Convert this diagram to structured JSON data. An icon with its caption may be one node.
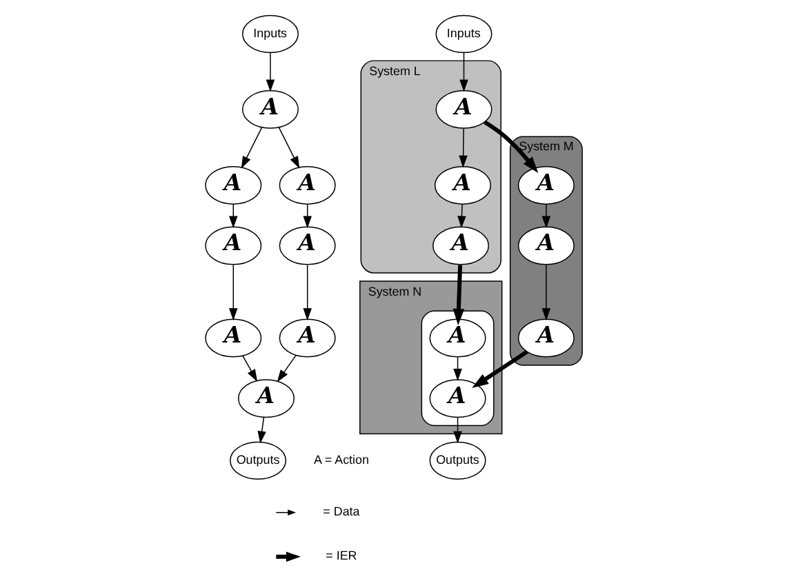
{
  "diagram": {
    "nodes": [
      {
        "text": [
          "Inputs"
        ]
      },
      {
        "text": [
          "A"
        ]
      },
      {
        "text": [
          "A"
        ]
      },
      {
        "text": [
          "A"
        ]
      },
      {
        "text": [
          "A"
        ]
      },
      {
        "text": [
          "A"
        ]
      },
      {
        "text": [
          "A"
        ]
      },
      {
        "text": [
          "A"
        ]
      },
      {
        "text": [
          "A"
        ]
      },
      {
        "text": [
          "Outputs"
        ]
      },
      {
        "text": [
          "Inputs"
        ]
      },
      {
        "text": [
          "System L"
        ]
      },
      {
        "text": [
          "A"
        ],
        "in": 11
      },
      {
        "text": [
          "A"
        ],
        "in": 11
      },
      {
        "text": [
          "A"
        ],
        "in": 11
      },
      {
        "text": [
          "System M"
        ]
      },
      {
        "text": [
          "A"
        ],
        "in": 15
      },
      {
        "text": [
          "A"
        ],
        "in": 15
      },
      {
        "text": [
          "A"
        ],
        "in": 15
      },
      {
        "text": [
          "System N"
        ]
      },
      {
        "text": [],
        "shape": "ellipse",
        "in": 19
      },
      {
        "text": [
          "A"
        ],
        "in": 20
      },
      {
        "text": [
          "A"
        ],
        "in": 20
      },
      {
        "text": [
          "Outputs"
        ]
      }
    ],
    "edges": [
      {
        "from": 0,
        "to": 1,
        "arrow": "to"
      },
      {
        "from": 1,
        "to": 2,
        "arrow": "to"
      },
      {
        "from": 1,
        "to": 3,
        "arrow": "to"
      },
      {
        "from": 2,
        "to": 4,
        "arrow": "to"
      },
      {
        "from": 3,
        "to": 5,
        "arrow": "to"
      },
      {
        "from": 4,
        "to": 6,
        "arrow": "to"
      },
      {
        "from": 5,
        "to": 7,
        "arrow": "to"
      },
      {
        "from": 6,
        "to": 8,
        "arrow": "to"
      },
      {
        "from": 7,
        "to": 8,
        "arrow": "to"
      },
      {
        "from": 8,
        "to": 9,
        "arrow": "to"
      },
      {
        "from": 10,
        "to": 12,
        "arrow": "to"
      },
      {
        "from": 12,
        "to": 13,
        "arrow": "to"
      },
      {
        "from": 13,
        "to": 14,
        "arrow": "to"
      },
      {
        "from": 12,
        "to": 16,
        "arrow": "to",
        "style": "thick"
      },
      {
        "from": 16,
        "to": 17,
        "arrow": "to"
      },
      {
        "from": 17,
        "to": 18,
        "arrow": "to"
      },
      {
        "from": 14,
        "to": 21,
        "arrow": "to",
        "style": "thick"
      },
      {
        "from": 21,
        "to": 22,
        "arrow": "to"
      },
      {
        "from": 18,
        "to": 22,
        "arrow": "to",
        "style": "thick"
      },
      {
        "from": 22,
        "to": 23,
        "arrow": "to"
      }
    ],
    "legend": [
      {
        "text": "A = Action"
      },
      {
        "text": "= Data"
      },
      {
        "text": "= IER"
      }
    ]
  }
}
